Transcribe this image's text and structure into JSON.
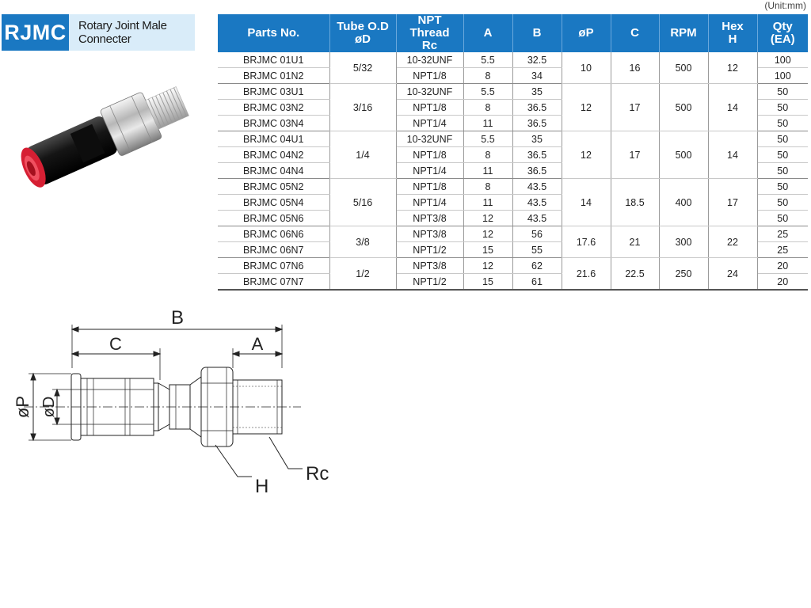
{
  "header": {
    "code": "RJMC",
    "name": "Rotary Joint Male Connecter"
  },
  "unit_note": "(Unit:mm)",
  "table": {
    "headers": [
      [
        "Parts No."
      ],
      [
        "Tube O.D",
        "øD"
      ],
      [
        "NPT Thread",
        "Rc"
      ],
      [
        "A"
      ],
      [
        "B"
      ],
      [
        "øP"
      ],
      [
        "C"
      ],
      [
        "RPM"
      ],
      [
        "Hex",
        "H"
      ],
      [
        "Qty",
        "(EA)"
      ]
    ],
    "groups": [
      {
        "tube": "5/32",
        "p": "10",
        "c": "16",
        "rpm": "500",
        "hex": "12",
        "rows": [
          {
            "part": "BRJMC 01U1",
            "thread": "10-32UNF",
            "a": "5.5",
            "b": "32.5",
            "qty": "100"
          },
          {
            "part": "BRJMC 01N2",
            "thread": "NPT1/8",
            "a": "8",
            "b": "34",
            "qty": "100"
          }
        ]
      },
      {
        "tube": "3/16",
        "p": "12",
        "c": "17",
        "rpm": "500",
        "hex": "14",
        "rows": [
          {
            "part": "BRJMC 03U1",
            "thread": "10-32UNF",
            "a": "5.5",
            "b": "35",
            "qty": "50"
          },
          {
            "part": "BRJMC 03N2",
            "thread": "NPT1/8",
            "a": "8",
            "b": "36.5",
            "qty": "50"
          },
          {
            "part": "BRJMC 03N4",
            "thread": "NPT1/4",
            "a": "11",
            "b": "36.5",
            "qty": "50"
          }
        ]
      },
      {
        "tube": "1/4",
        "p": "12",
        "c": "17",
        "rpm": "500",
        "hex": "14",
        "rows": [
          {
            "part": "BRJMC 04U1",
            "thread": "10-32UNF",
            "a": "5.5",
            "b": "35",
            "qty": "50"
          },
          {
            "part": "BRJMC 04N2",
            "thread": "NPT1/8",
            "a": "8",
            "b": "36.5",
            "qty": "50"
          },
          {
            "part": "BRJMC 04N4",
            "thread": "NPT1/4",
            "a": "11",
            "b": "36.5",
            "qty": "50"
          }
        ]
      },
      {
        "tube": "5/16",
        "p": "14",
        "c": "18.5",
        "rpm": "400",
        "hex": "17",
        "rows": [
          {
            "part": "BRJMC 05N2",
            "thread": "NPT1/8",
            "a": "8",
            "b": "43.5",
            "qty": "50"
          },
          {
            "part": "BRJMC 05N4",
            "thread": "NPT1/4",
            "a": "11",
            "b": "43.5",
            "qty": "50"
          },
          {
            "part": "BRJMC 05N6",
            "thread": "NPT3/8",
            "a": "12",
            "b": "43.5",
            "qty": "50"
          }
        ]
      },
      {
        "tube": "3/8",
        "p": "17.6",
        "c": "21",
        "rpm": "300",
        "hex": "22",
        "rows": [
          {
            "part": "BRJMC 06N6",
            "thread": "NPT3/8",
            "a": "12",
            "b": "56",
            "qty": "25"
          },
          {
            "part": "BRJMC 06N7",
            "thread": "NPT1/2",
            "a": "15",
            "b": "55",
            "qty": "25"
          }
        ]
      },
      {
        "tube": "1/2",
        "p": "21.6",
        "c": "22.5",
        "rpm": "250",
        "hex": "24",
        "rows": [
          {
            "part": "BRJMC 07N6",
            "thread": "NPT3/8",
            "a": "12",
            "b": "62",
            "qty": "20"
          },
          {
            "part": "BRJMC 07N7",
            "thread": "NPT1/2",
            "a": "15",
            "b": "61",
            "qty": "20"
          }
        ]
      }
    ]
  },
  "drawing": {
    "labels": {
      "b": "B",
      "c": "C",
      "a": "A",
      "p": "øP",
      "d": "øD",
      "h": "H",
      "rc": "Rc"
    }
  },
  "colors": {
    "accent": "#1a78c2",
    "badge_light": "#d9ecf9",
    "seal_red": "#e8243a"
  }
}
